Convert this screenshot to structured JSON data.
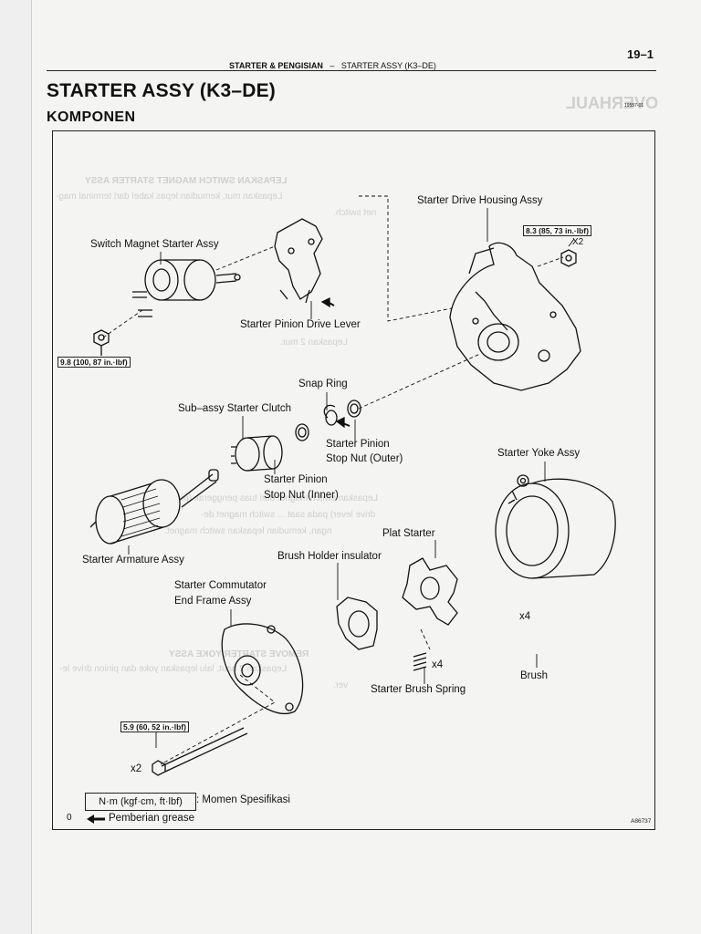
{
  "header": {
    "page_number": "19–1",
    "section": "STARTER & PENGISIAN",
    "separator": "–",
    "topic": "STARTER ASSY (K3–DE)"
  },
  "title": "STARTER ASSY (K3–DE)",
  "subtitle": "KOMPONEN",
  "figure_code_small": "19557-01",
  "figure_code": "A86737",
  "labels": {
    "starter_drive_housing": "Starter Drive Housing Assy",
    "switch_magnet": "Switch Magnet Starter Assy",
    "pinion_drive_lever": "Starter Pinion Drive Lever",
    "snap_ring": "Snap Ring",
    "sub_assy_clutch": "Sub–assy Starter Clutch",
    "stop_nut_outer_1": "Starter Pinion",
    "stop_nut_outer_2": "Stop Nut (Outer)",
    "stop_nut_inner_1": "Starter Pinion",
    "stop_nut_inner_2": "Stop Nut (Inner)",
    "yoke": "Starter Yoke Assy",
    "plat_starter": "Plat Starter",
    "brush_holder_insulator": "Brush Holder insulator",
    "armature": "Starter Armature Assy",
    "commutator_1": "Starter Commutator",
    "commutator_2": "End Frame Assy",
    "brush": "Brush",
    "brush_spring": "Starter Brush Spring"
  },
  "torques": {
    "housing": "8.3 (85, 73 in.·lbf)",
    "switch": "9.8 (100, 87 in.·lbf)",
    "end_frame": "5.9 (60, 52 in.·lbf)"
  },
  "quantities": {
    "housing_nut": "X2",
    "bolts": "x2",
    "brush": "x4",
    "spring": "x4"
  },
  "legend": {
    "unit_box": "N·m (kgf·cm, ft·lbf)",
    "unit_desc": ": Momen Spesifikasi",
    "zero": "0",
    "grease_arrow": "◆",
    "grease_desc": "Pemberian grease"
  },
  "bleed_through": {
    "overhaul": "OVERHAUL",
    "step1": "LEPASKAN SWITCH MAGNET STARTER ASSY",
    "step1a": "Lepaskan mur, kemudian lepas kabel dari terminal mag-",
    "step1a2": "net switch.",
    "step1b": "Lepaskan 2 mur.",
    "stepc": "Lepaskan switch magnet dari tuas penggerak (pinion",
    "stepc2": "drive lever) pada saat ... switch magnet de-",
    "stepc3": "ngan, kemudian lepaskan switch magnet.",
    "step2": "REMOVE STARTER YOKE ASSY",
    "step2a": "Lepaskan 2 baut, lalu lepaskan yoke dan pinion drive le-",
    "step2b": "ver."
  }
}
